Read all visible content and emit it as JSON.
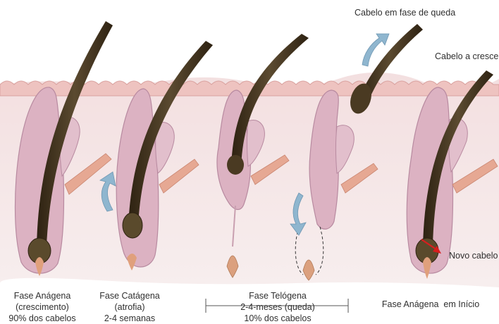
{
  "labels": {
    "falling_hair": "Cabelo em fase de queda",
    "growing_hair": "Cabelo a cresce",
    "new_hair": "Novo cabelo",
    "anagen": {
      "name": "Fase Anágena",
      "desc": "(crescimento)",
      "stat": "90% dos cabelos"
    },
    "catagen": {
      "name": "Fase Catágena",
      "desc": "(atrofia)",
      "stat": "2-4 semanas"
    },
    "telogen": {
      "name": "Fase Telógena",
      "desc": "2-4-meses (queda)",
      "stat": "10% dos cabelos"
    },
    "early_anagen": {
      "name": "Fase Anágena  em Início"
    }
  },
  "colors": {
    "skin_tissue": "#ecd6d8",
    "follicle": "#d9aec0",
    "epidermis": "#e8b8b6",
    "hair_shaft": "#3a2a18",
    "hair_bulb": "#5a4a2a",
    "muscle": "#e3a48e",
    "arrow_blue": "#8fb6cf",
    "arrow_red": "#d81e1e"
  }
}
